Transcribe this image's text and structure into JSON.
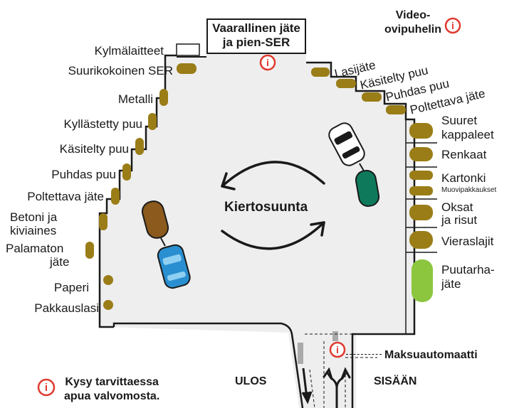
{
  "hazardous_box": {
    "line1": "Vaarallinen jäte",
    "line2": "ja pien-SER"
  },
  "video_call": {
    "line1": "Video-",
    "line2": "ovipuhelin"
  },
  "left_labels": [
    "Kylmälaitteet",
    "Suurikokoinen SER",
    "Metalli",
    "Kyllästetty puu",
    "Käsitelty puu",
    "Puhdas puu",
    "Poltettava jäte",
    "Betoni ja",
    "kiviaines",
    "Palamaton",
    "jäte",
    "Paperi",
    "Pakkauslasi"
  ],
  "top_right_labels": [
    "Lasijäte",
    "Käsitelty puu",
    "Puhdas puu",
    "Poltettava jäte"
  ],
  "right_labels": [
    "Suuret",
    "kappaleet",
    "Renkaat",
    "Kartonki",
    "Muovipakkaukset",
    "Oksat",
    "ja risut",
    "Vieraslajit",
    "Puutarha-",
    "jäte"
  ],
  "center": {
    "direction": "Kiertosuunta"
  },
  "bottom": {
    "exit": "ULOS",
    "entry": "SISÄÄN",
    "payment": "Maksuautomaatti",
    "help_line1": "Kysy tarvittaessa",
    "help_line2": "apua valvomosta."
  },
  "info_glyph": "i",
  "colors": {
    "floor": "#eeeeee",
    "bin_olive": "#9a7d17",
    "bin_green": "#8cc63f",
    "info_red": "#e03a2f",
    "car_brown": "#8b5a1c",
    "car_green": "#0e7a5b",
    "car_blue": "#2a8fd0"
  }
}
